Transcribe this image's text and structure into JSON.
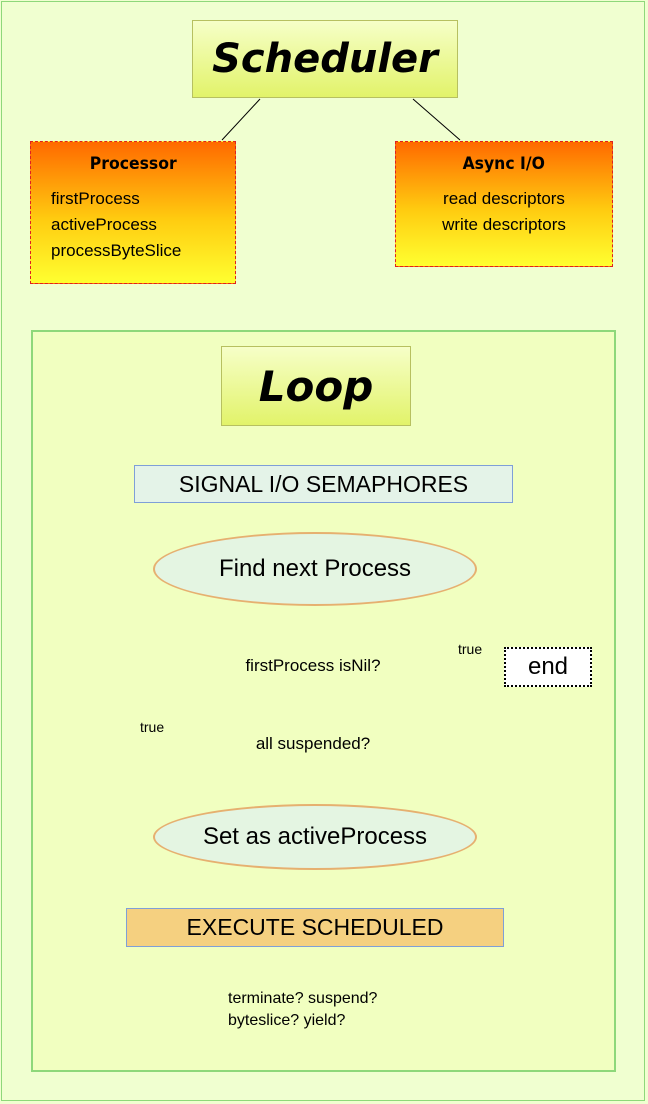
{
  "scheduler": {
    "title": "Scheduler",
    "processor": {
      "title": "Processor",
      "fields": [
        "firstProcess",
        "activeProcess",
        "processByteSlice"
      ]
    },
    "async_io": {
      "title": "Async I/O",
      "fields": [
        "read descriptors",
        "write descriptors"
      ]
    }
  },
  "loop": {
    "title": "Loop",
    "steps": {
      "signal": "SIGNAL I/O SEMAPHORES",
      "find_next": "Find next Process",
      "first_nil": "firstProcess isNil?",
      "all_suspended": "all suspended?",
      "set_active": "Set as activeProcess",
      "execute": "EXECUTE SCHEDULED",
      "terminate_line1": "terminate? suspend?",
      "terminate_line2": "byteslice? yield?",
      "end": "end"
    },
    "edge_labels": {
      "true_end": "true",
      "true_loop": "true"
    }
  },
  "colors": {
    "background": "#f0ffd0",
    "panel_border": "#8ed87a",
    "decision_fill": "#b8f890",
    "decision_border": "#e02020",
    "execute_fill": "#f5d080",
    "signal_fill": "#e4f3e8"
  }
}
